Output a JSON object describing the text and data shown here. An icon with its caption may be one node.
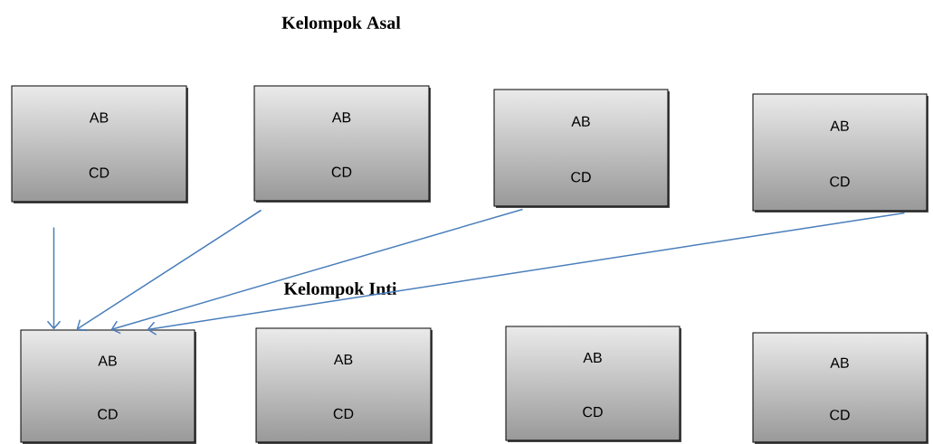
{
  "diagram": {
    "title": "Kelompok Asal",
    "nodes": [
      {
        "text": [
          "AB",
          "CD"
        ]
      },
      {
        "text": [
          "AB",
          "CD"
        ]
      },
      {
        "text": [
          "AB",
          "CD"
        ]
      },
      {
        "text": [
          "AB",
          "CD"
        ]
      },
      {
        "text": [
          "AB",
          "CD"
        ]
      },
      {
        "text": [
          "AB",
          "CD"
        ]
      },
      {
        "text": [
          "AB",
          "CD"
        ]
      },
      {
        "text": [
          "AB",
          "CD"
        ]
      }
    ],
    "edges": [
      {
        "from": 0,
        "to": 4,
        "arrow": "to"
      },
      {
        "from": 1,
        "to": 4,
        "arrow": "to"
      },
      {
        "from": 2,
        "to": 4,
        "arrow": "to"
      },
      {
        "from": 3,
        "to": 4,
        "arrow": "to"
      }
    ],
    "labels": [
      "Kelompok Inti"
    ]
  }
}
